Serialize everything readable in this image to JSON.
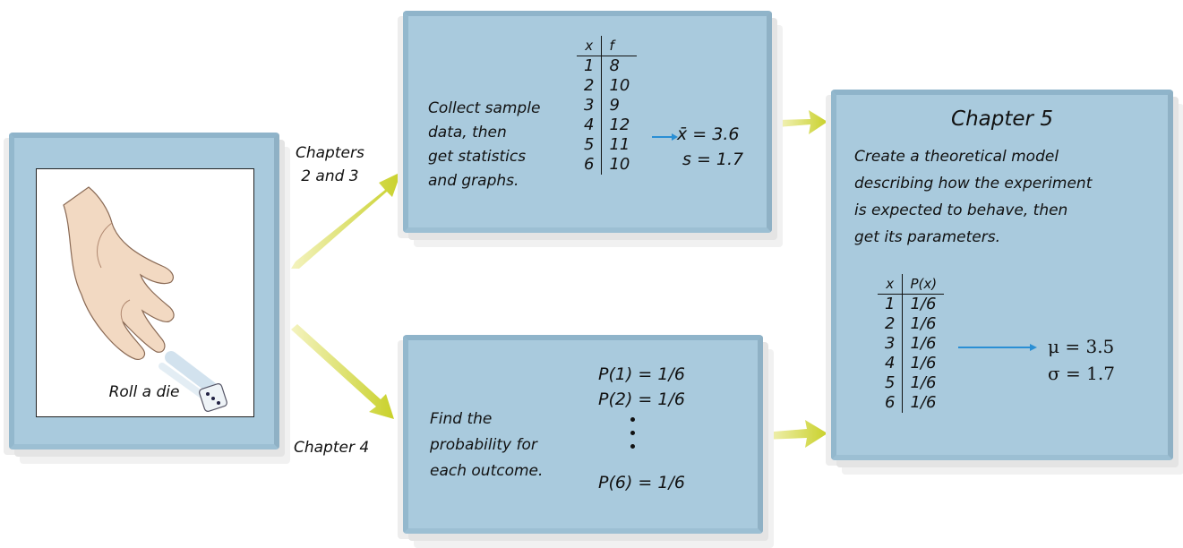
{
  "left_panel": {
    "caption": "Roll a die"
  },
  "labels": {
    "chapters_2_3_line1": "Chapters",
    "chapters_2_3_line2": "2 and 3",
    "chapter_4": "Chapter 4"
  },
  "top_panel": {
    "text": [
      "Collect sample",
      "data, then",
      "get statistics",
      "and graphs."
    ],
    "table_header": [
      "x",
      "f"
    ],
    "table_rows": [
      [
        "1",
        "8"
      ],
      [
        "2",
        "10"
      ],
      [
        "3",
        "9"
      ],
      [
        "4",
        "12"
      ],
      [
        "5",
        "11"
      ],
      [
        "6",
        "10"
      ]
    ],
    "mean": "x̄ = 3.6",
    "sd": "s = 1.7"
  },
  "bottom_panel": {
    "text": [
      "Find the",
      "probability for",
      "each outcome."
    ],
    "p1": "P(1) = 1/6",
    "p2": "P(2) = 1/6",
    "p6": "P(6) = 1/6"
  },
  "right_panel": {
    "title": "Chapter 5",
    "text": [
      "Create a theoretical model",
      "describing how the experiment",
      "is expected to behave, then",
      "get its parameters."
    ],
    "table_header": [
      "x",
      "P(x)"
    ],
    "table_rows": [
      [
        "1",
        "1/6"
      ],
      [
        "2",
        "1/6"
      ],
      [
        "3",
        "1/6"
      ],
      [
        "4",
        "1/6"
      ],
      [
        "5",
        "1/6"
      ],
      [
        "6",
        "1/6"
      ]
    ],
    "mu": "μ = 3.5",
    "sigma": "σ = 1.7"
  },
  "colors": {
    "panel": "#a9cadd",
    "arrow": "#d4dc3c",
    "blue_arrow": "#2a8fd4"
  }
}
